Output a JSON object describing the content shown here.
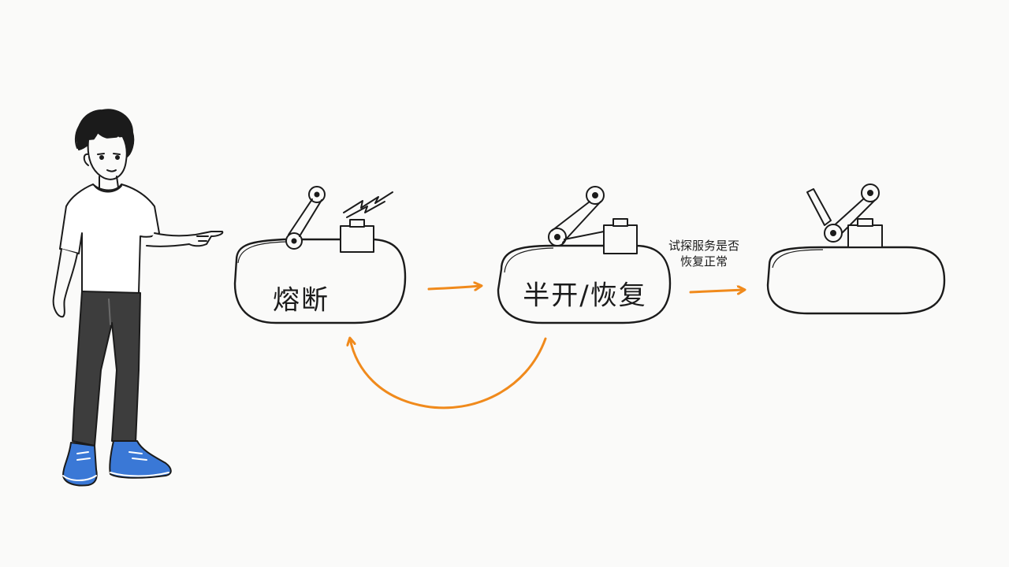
{
  "colors": {
    "background": "#fafaf9",
    "ink": "#1b1b1b",
    "arrow": "#f08a1c",
    "pants": "#3d3d3d",
    "shoes": "#3a78d6"
  },
  "states": [
    {
      "id": "open",
      "label": "熔断",
      "icon": "switch-open-lightning-icon"
    },
    {
      "id": "half-open",
      "label": "半开/恢复",
      "icon": "switch-half-open-icon"
    },
    {
      "id": "closed",
      "label": "",
      "icon": "switch-closed-icon"
    }
  ],
  "transition_note": {
    "line1": "试探服务是否",
    "line2": "恢复正常"
  },
  "arrows": [
    {
      "from": "open",
      "to": "half-open"
    },
    {
      "from": "half-open",
      "to": "closed"
    },
    {
      "from": "half-open",
      "to": "open"
    }
  ],
  "presenter": {
    "icon": "pointing-person-icon"
  }
}
